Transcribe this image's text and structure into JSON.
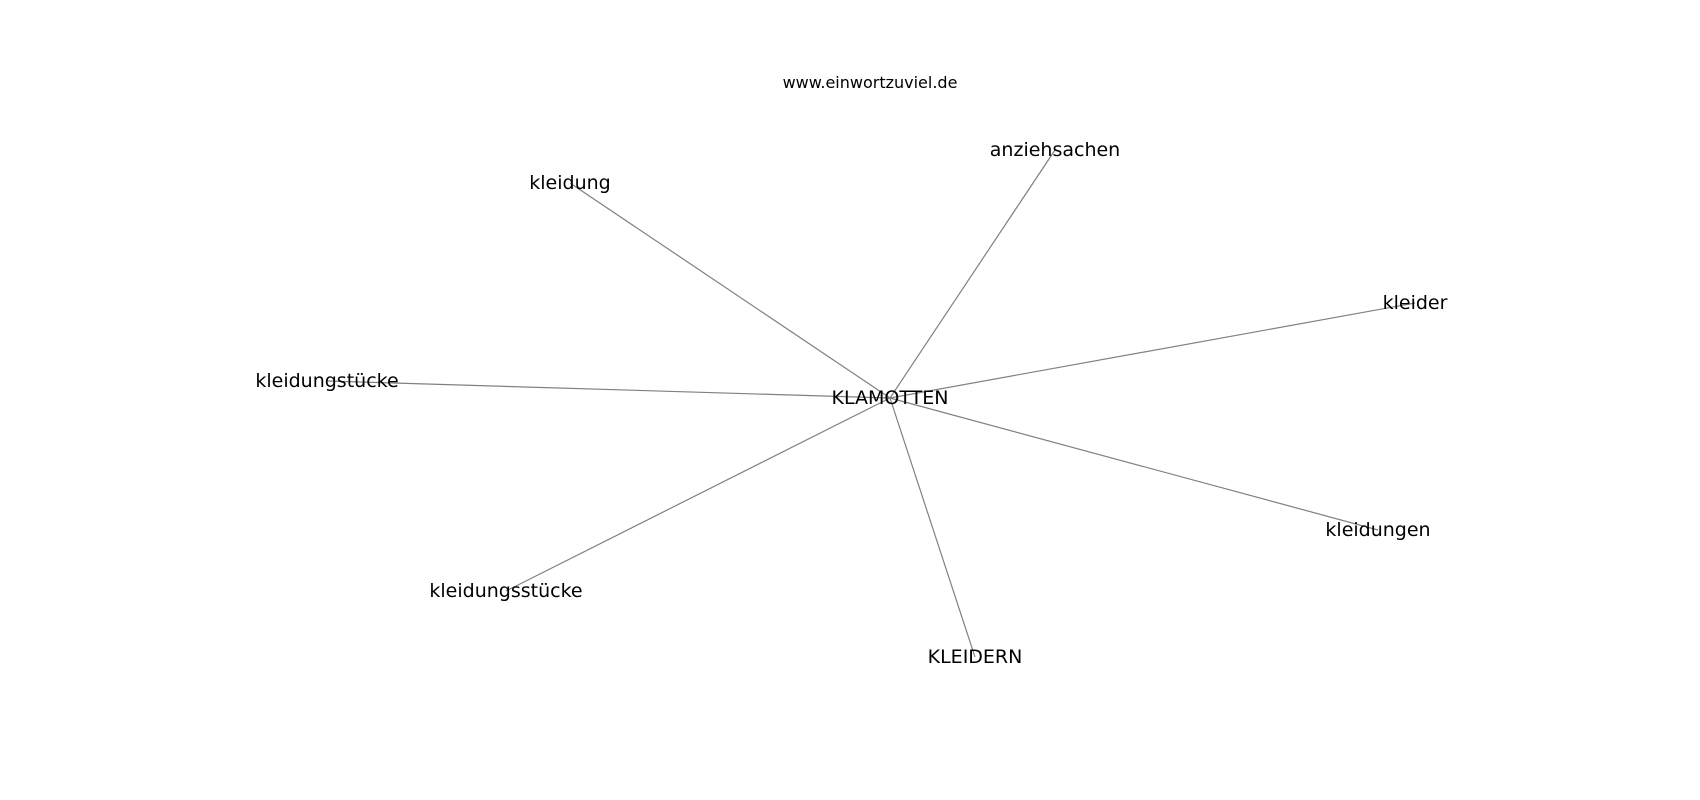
{
  "site": "www.einwortzuviel.de",
  "center": "KLAMOTTEN",
  "neighbors": [
    "kleidung",
    "anziehsachen",
    "kleider",
    "kleidungstücke",
    "kleidungen",
    "kleidungsstücke",
    "KLEIDERN"
  ],
  "edge_color": "#808080"
}
